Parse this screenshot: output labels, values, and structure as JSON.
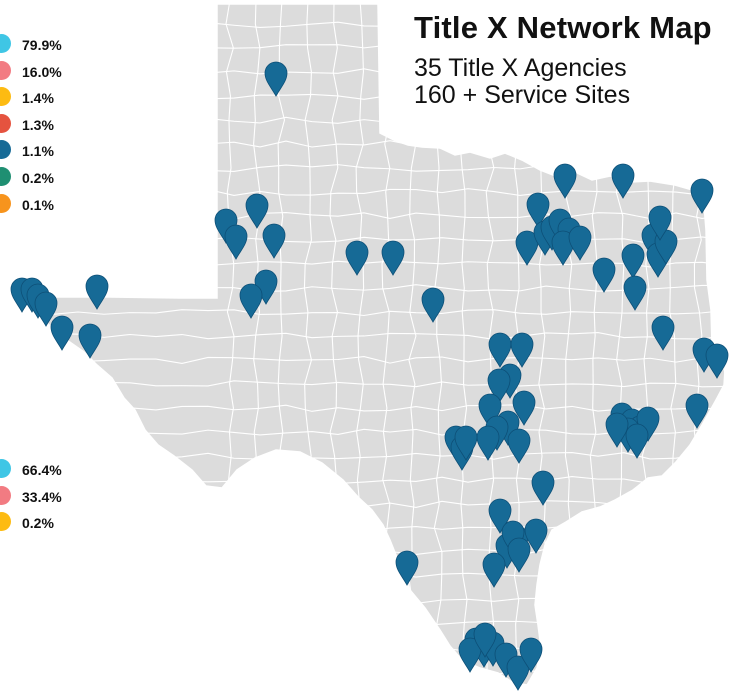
{
  "title": "Title X Network Map",
  "subtitle_agencies": "35 Title X Agencies",
  "subtitle_sites": "160 + Service Sites",
  "colors": {
    "land": "#dcdcdc",
    "county_lines": "#ffffff",
    "pin": "#166a96"
  },
  "legend_top": [
    {
      "value": "79.9%",
      "color": "#3fc6e5"
    },
    {
      "value": "16.0%",
      "color": "#f27b82"
    },
    {
      "value": "1.4%",
      "color": "#fdbb12"
    },
    {
      "value": "1.3%",
      "color": "#e5533f"
    },
    {
      "value": "1.1%",
      "color": "#166a96"
    },
    {
      "value": "0.2%",
      "color": "#1f8f72"
    },
    {
      "value": "0.1%",
      "color": "#f7941d"
    }
  ],
  "legend_bottom": [
    {
      "value": "66.4%",
      "color": "#3fc6e5"
    },
    {
      "value": "33.4%",
      "color": "#f27b82"
    },
    {
      "value": "0.2%",
      "color": "#fdbb12"
    }
  ]
}
